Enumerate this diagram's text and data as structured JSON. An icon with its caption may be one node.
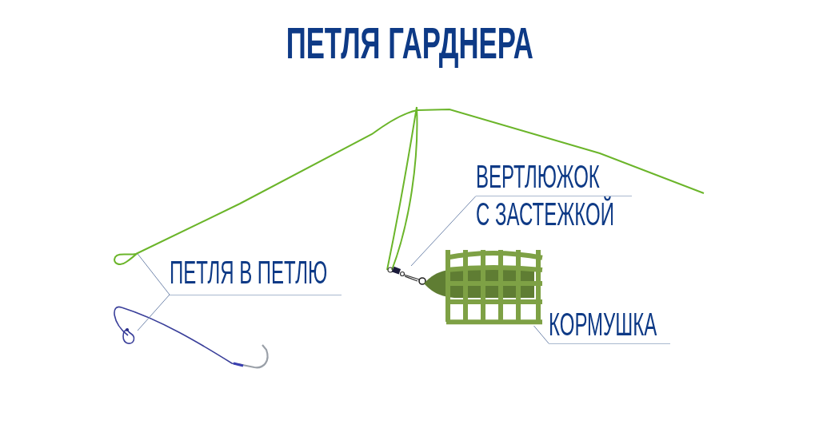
{
  "diagram": {
    "title": "ПЕТЛЯ ГАРДНЕРА",
    "nodes": [
      {
        "text": [
          "ПЕТЛЯ В ПЕТЛЮ"
        ]
      },
      {
        "text": [],
        "shape": "picture"
      },
      {
        "text": [],
        "shape": "picture"
      },
      {
        "text": [
          "ВЕРТЛЮЖОК С ЗАСТЕЖКОЙ"
        ]
      },
      {
        "text": [],
        "shape": "picture"
      },
      {
        "text": [
          "КОРМУШКА"
        ]
      },
      {
        "text": [],
        "shape": "picture"
      }
    ],
    "edges": [
      {
        "from": 0,
        "to": 1,
        "arrow": "none"
      },
      {
        "from": 0,
        "to": 2,
        "arrow": "none"
      },
      {
        "from": 3,
        "to": 4,
        "arrow": "none"
      },
      {
        "from": 5,
        "to": 6,
        "arrow": "none"
      }
    ]
  }
}
